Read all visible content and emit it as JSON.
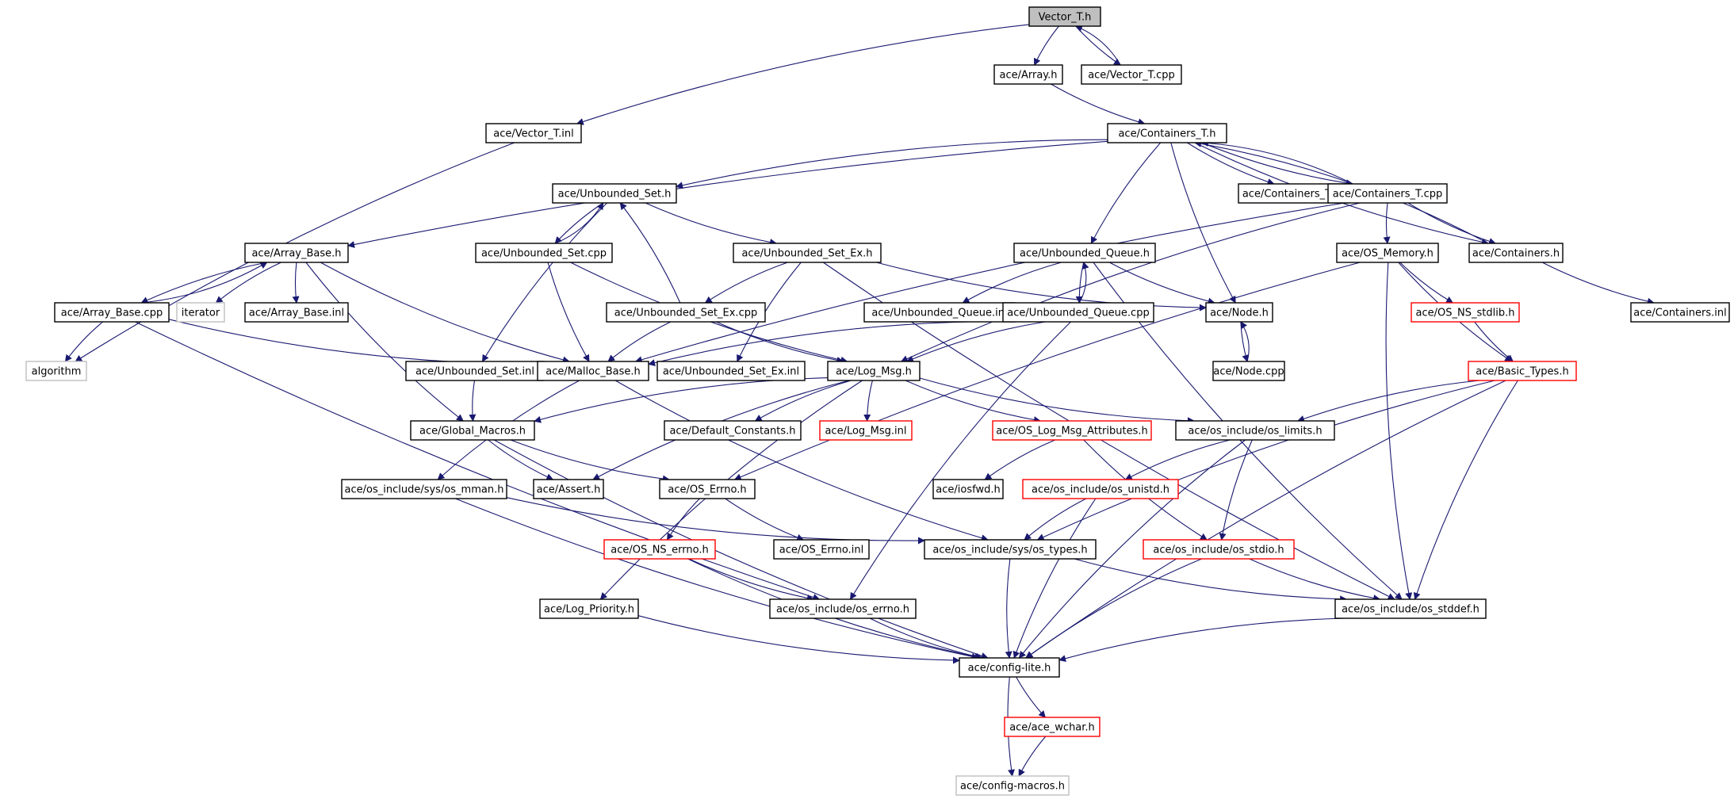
{
  "colors": {
    "edge": "#191970",
    "documented": "#000000",
    "undocumented": "#ff0000",
    "external": "#bfbfbf",
    "root_fill": "#bfbfbf"
  },
  "nodes": [
    {
      "id": "vector_t_h",
      "label": "Vector_T.h",
      "kind": "root"
    },
    {
      "id": "array_h",
      "label": "ace/Array.h",
      "kind": "normal"
    },
    {
      "id": "vector_t_cpp",
      "label": "ace/Vector_T.cpp",
      "kind": "normal"
    },
    {
      "id": "vector_t_inl",
      "label": "ace/Vector_T.inl",
      "kind": "normal"
    },
    {
      "id": "containers_t_h",
      "label": "ace/Containers_T.h",
      "kind": "normal"
    },
    {
      "id": "unbounded_set_h",
      "label": "ace/Unbounded_Set.h",
      "kind": "normal"
    },
    {
      "id": "containers_t_inl",
      "label": "ace/Containers_T.inl",
      "kind": "normal"
    },
    {
      "id": "containers_t_cpp",
      "label": "ace/Containers_T.cpp",
      "kind": "normal"
    },
    {
      "id": "array_base_h",
      "label": "ace/Array_Base.h",
      "kind": "normal"
    },
    {
      "id": "unbounded_set_cpp",
      "label": "ace/Unbounded_Set.cpp",
      "kind": "normal"
    },
    {
      "id": "unbounded_set_ex_h",
      "label": "ace/Unbounded_Set_Ex.h",
      "kind": "normal"
    },
    {
      "id": "unbounded_queue_h",
      "label": "ace/Unbounded_Queue.h",
      "kind": "normal"
    },
    {
      "id": "os_memory_h",
      "label": "ace/OS_Memory.h",
      "kind": "normal"
    },
    {
      "id": "containers_h",
      "label": "ace/Containers.h",
      "kind": "normal"
    },
    {
      "id": "array_base_cpp",
      "label": "ace/Array_Base.cpp",
      "kind": "normal"
    },
    {
      "id": "iterator",
      "label": "iterator",
      "kind": "external"
    },
    {
      "id": "array_base_inl",
      "label": "ace/Array_Base.inl",
      "kind": "normal"
    },
    {
      "id": "unbounded_set_ex_cpp",
      "label": "ace/Unbounded_Set_Ex.cpp",
      "kind": "normal"
    },
    {
      "id": "unbounded_queue_inl",
      "label": "ace/Unbounded_Queue.inl",
      "kind": "normal"
    },
    {
      "id": "unbounded_queue_cpp",
      "label": "ace/Unbounded_Queue.cpp",
      "kind": "normal"
    },
    {
      "id": "node_h",
      "label": "ace/Node.h",
      "kind": "normal"
    },
    {
      "id": "os_ns_stdlib_h",
      "label": "ace/OS_NS_stdlib.h",
      "kind": "red"
    },
    {
      "id": "containers_inl",
      "label": "ace/Containers.inl",
      "kind": "normal"
    },
    {
      "id": "algorithm",
      "label": "algorithm",
      "kind": "external"
    },
    {
      "id": "unbounded_set_inl",
      "label": "ace/Unbounded_Set.inl",
      "kind": "normal"
    },
    {
      "id": "malloc_base_h",
      "label": "ace/Malloc_Base.h",
      "kind": "normal"
    },
    {
      "id": "unbounded_set_ex_inl",
      "label": "ace/Unbounded_Set_Ex.inl",
      "kind": "normal"
    },
    {
      "id": "log_msg_h",
      "label": "ace/Log_Msg.h",
      "kind": "normal"
    },
    {
      "id": "node_cpp",
      "label": "ace/Node.cpp",
      "kind": "normal"
    },
    {
      "id": "basic_types_h",
      "label": "ace/Basic_Types.h",
      "kind": "red"
    },
    {
      "id": "global_macros_h",
      "label": "ace/Global_Macros.h",
      "kind": "normal"
    },
    {
      "id": "default_constants_h",
      "label": "ace/Default_Constants.h",
      "kind": "normal"
    },
    {
      "id": "log_msg_inl",
      "label": "ace/Log_Msg.inl",
      "kind": "red"
    },
    {
      "id": "os_log_msg_attributes_h",
      "label": "ace/OS_Log_Msg_Attributes.h",
      "kind": "red"
    },
    {
      "id": "os_limits_h",
      "label": "ace/os_include/os_limits.h",
      "kind": "normal"
    },
    {
      "id": "sys_os_mman_h",
      "label": "ace/os_include/sys/os_mman.h",
      "kind": "normal"
    },
    {
      "id": "assert_h",
      "label": "ace/Assert.h",
      "kind": "normal"
    },
    {
      "id": "os_errno_h",
      "label": "ace/OS_Errno.h",
      "kind": "normal"
    },
    {
      "id": "iosfwd_h",
      "label": "ace/iosfwd.h",
      "kind": "normal"
    },
    {
      "id": "os_unistd_h",
      "label": "ace/os_include/os_unistd.h",
      "kind": "red"
    },
    {
      "id": "os_ns_errno_h",
      "label": "ace/OS_NS_errno.h",
      "kind": "red"
    },
    {
      "id": "os_errno_inl",
      "label": "ace/OS_Errno.inl",
      "kind": "normal"
    },
    {
      "id": "sys_os_types_h",
      "label": "ace/os_include/sys/os_types.h",
      "kind": "normal"
    },
    {
      "id": "os_stdio_h",
      "label": "ace/os_include/os_stdio.h",
      "kind": "red"
    },
    {
      "id": "log_priority_h",
      "label": "ace/Log_Priority.h",
      "kind": "normal"
    },
    {
      "id": "os_errno_os_h",
      "label": "ace/os_include/os_errno.h",
      "kind": "normal"
    },
    {
      "id": "os_stddef_h",
      "label": "ace/os_include/os_stddef.h",
      "kind": "normal"
    },
    {
      "id": "config_lite_h",
      "label": "ace/config-lite.h",
      "kind": "normal"
    },
    {
      "id": "ace_wchar_h",
      "label": "ace/ace_wchar.h",
      "kind": "red"
    },
    {
      "id": "config_macros_h",
      "label": "ace/config-macros.h",
      "kind": "external"
    }
  ],
  "edges": [
    [
      "vector_t_h",
      "array_h"
    ],
    [
      "vector_t_h",
      "vector_t_cpp"
    ],
    [
      "vector_t_h",
      "vector_t_inl"
    ],
    [
      "vector_t_cpp",
      "vector_t_h"
    ],
    [
      "array_h",
      "containers_t_h"
    ],
    [
      "vector_t_inl",
      "algorithm"
    ],
    [
      "containers_t_h",
      "unbounded_set_h"
    ],
    [
      "containers_t_h",
      "array_base_h"
    ],
    [
      "containers_t_h",
      "containers_t_inl"
    ],
    [
      "containers_t_h",
      "containers_t_cpp"
    ],
    [
      "containers_t_h",
      "unbounded_queue_h"
    ],
    [
      "containers_t_h",
      "node_h"
    ],
    [
      "containers_t_h",
      "containers_h"
    ],
    [
      "containers_t_cpp",
      "containers_t_h"
    ],
    [
      "containers_h",
      "containers_t_h"
    ],
    [
      "containers_t_cpp",
      "os_memory_h"
    ],
    [
      "containers_t_cpp",
      "containers_h"
    ],
    [
      "containers_t_cpp",
      "malloc_base_h"
    ],
    [
      "containers_t_cpp",
      "log_msg_h"
    ],
    [
      "containers_h",
      "containers_inl"
    ],
    [
      "unbounded_set_h",
      "unbounded_set_cpp"
    ],
    [
      "unbounded_set_cpp",
      "unbounded_set_h"
    ],
    [
      "unbounded_set_h",
      "unbounded_set_ex_h"
    ],
    [
      "unbounded_set_h",
      "unbounded_set_inl"
    ],
    [
      "unbounded_set_cpp",
      "malloc_base_h"
    ],
    [
      "unbounded_set_cpp",
      "log_msg_h"
    ],
    [
      "unbounded_set_ex_h",
      "unbounded_set_ex_cpp"
    ],
    [
      "unbounded_set_ex_cpp",
      "unbounded_set_h"
    ],
    [
      "unbounded_set_ex_h",
      "unbounded_set_ex_inl"
    ],
    [
      "unbounded_set_ex_h",
      "node_h"
    ],
    [
      "unbounded_set_ex_h",
      "os_stddef_h"
    ],
    [
      "unbounded_set_ex_cpp",
      "malloc_base_h"
    ],
    [
      "unbounded_set_ex_cpp",
      "log_msg_h"
    ],
    [
      "array_base_h",
      "array_base_cpp"
    ],
    [
      "array_base_cpp",
      "array_base_h"
    ],
    [
      "array_base_h",
      "iterator"
    ],
    [
      "array_base_h",
      "array_base_inl"
    ],
    [
      "array_base_h",
      "malloc_base_h"
    ],
    [
      "array_base_h",
      "global_macros_h"
    ],
    [
      "array_base_cpp",
      "algorithm"
    ],
    [
      "array_base_cpp",
      "malloc_base_h"
    ],
    [
      "array_base_cpp",
      "os_errno_os_h"
    ],
    [
      "unbounded_queue_h",
      "unbounded_queue_cpp"
    ],
    [
      "unbounded_queue_cpp",
      "unbounded_queue_h"
    ],
    [
      "unbounded_queue_h",
      "unbounded_queue_inl"
    ],
    [
      "unbounded_queue_h",
      "node_h"
    ],
    [
      "unbounded_queue_h",
      "os_stddef_h"
    ],
    [
      "unbounded_queue_cpp",
      "malloc_base_h"
    ],
    [
      "unbounded_queue_cpp",
      "log_msg_h"
    ],
    [
      "unbounded_queue_cpp",
      "os_errno_os_h"
    ],
    [
      "node_h",
      "node_cpp"
    ],
    [
      "node_cpp",
      "node_h"
    ],
    [
      "os_memory_h",
      "os_ns_stdlib_h"
    ],
    [
      "os_memory_h",
      "basic_types_h"
    ],
    [
      "os_memory_h",
      "os_stddef_h"
    ],
    [
      "os_memory_h",
      "os_errno_h"
    ],
    [
      "os_ns_stdlib_h",
      "basic_types_h"
    ],
    [
      "basic_types_h",
      "os_limits_h"
    ],
    [
      "basic_types_h",
      "sys_os_types_h"
    ],
    [
      "basic_types_h",
      "os_stddef_h"
    ],
    [
      "basic_types_h",
      "config_lite_h"
    ],
    [
      "unbounded_set_inl",
      "global_macros_h"
    ],
    [
      "malloc_base_h",
      "sys_os_mman_h"
    ],
    [
      "malloc_base_h",
      "sys_os_types_h"
    ],
    [
      "log_msg_h",
      "global_macros_h"
    ],
    [
      "log_msg_h",
      "default_constants_h"
    ],
    [
      "log_msg_h",
      "log_msg_inl"
    ],
    [
      "log_msg_h",
      "os_log_msg_attributes_h"
    ],
    [
      "log_msg_h",
      "os_limits_h"
    ],
    [
      "log_msg_h",
      "assert_h"
    ],
    [
      "log_msg_h",
      "log_priority_h"
    ],
    [
      "global_macros_h",
      "assert_h"
    ],
    [
      "global_macros_h",
      "os_errno_h"
    ],
    [
      "global_macros_h",
      "config_lite_h"
    ],
    [
      "os_log_msg_attributes_h",
      "iosfwd_h"
    ],
    [
      "os_log_msg_attributes_h",
      "os_stdio_h"
    ],
    [
      "os_limits_h",
      "os_unistd_h"
    ],
    [
      "os_limits_h",
      "os_stdio_h"
    ],
    [
      "os_limits_h",
      "config_lite_h"
    ],
    [
      "sys_os_mman_h",
      "sys_os_types_h"
    ],
    [
      "sys_os_mman_h",
      "config_lite_h"
    ],
    [
      "os_errno_h",
      "os_ns_errno_h"
    ],
    [
      "os_errno_h",
      "os_errno_inl"
    ],
    [
      "os_unistd_h",
      "sys_os_types_h"
    ],
    [
      "os_unistd_h",
      "config_lite_h"
    ],
    [
      "os_ns_errno_h",
      "os_errno_os_h"
    ],
    [
      "os_ns_errno_h",
      "config_lite_h"
    ],
    [
      "sys_os_types_h",
      "os_stddef_h"
    ],
    [
      "sys_os_types_h",
      "config_lite_h"
    ],
    [
      "os_stdio_h",
      "os_stddef_h"
    ],
    [
      "os_stdio_h",
      "config_lite_h"
    ],
    [
      "log_priority_h",
      "config_lite_h"
    ],
    [
      "os_errno_os_h",
      "config_lite_h"
    ],
    [
      "os_stddef_h",
      "config_lite_h"
    ],
    [
      "config_lite_h",
      "ace_wchar_h"
    ],
    [
      "config_lite_h",
      "config_macros_h"
    ],
    [
      "ace_wchar_h",
      "config_macros_h"
    ]
  ]
}
